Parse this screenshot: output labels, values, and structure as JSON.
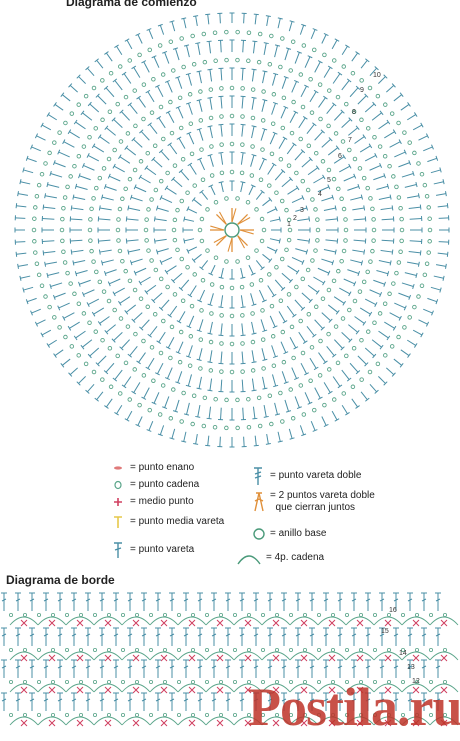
{
  "titles": {
    "start": "Diagrama de comienzo",
    "border": "Diagrama de borde"
  },
  "colors": {
    "stitch": "#4a8fa6",
    "chain": "#5aa58a",
    "slip": "#e07a7a",
    "orange": "#e0903a",
    "sc": "#d04060",
    "ring": "#4a9a7a",
    "watermark": "#be3228"
  },
  "round_numbers_start": [
    "1",
    "2",
    "3",
    "4",
    "5",
    "6",
    "7",
    "8",
    "9",
    "10"
  ],
  "round_numbers_border": [
    "16",
    "15",
    "14",
    "13",
    "12"
  ],
  "legend": [
    {
      "key": "slip",
      "icon": "slip-stitch-icon",
      "text": "= punto enano"
    },
    {
      "key": "chain",
      "icon": "chain-stitch-icon",
      "text": "= punto cadena"
    },
    {
      "key": "sc",
      "icon": "single-crochet-icon",
      "text": "= medio punto"
    },
    {
      "key": "hdc",
      "icon": "half-double-crochet-icon",
      "text": "= punto media vareta"
    },
    {
      "key": "dc",
      "icon": "double-crochet-icon",
      "text": "= punto vareta"
    },
    {
      "key": "tr",
      "icon": "treble-crochet-icon",
      "text": "= punto vareta doble"
    },
    {
      "key": "dc2tog",
      "icon": "dc2tog-icon",
      "text": "= 2 puntos vareta doble\n  que cierran juntos"
    },
    {
      "key": "ring",
      "icon": "magic-ring-icon",
      "text": "= anillo base"
    },
    {
      "key": "ch4",
      "icon": "chain-arc-icon",
      "text": "= 4p. cadena"
    }
  ],
  "watermark": "Postila.ru"
}
